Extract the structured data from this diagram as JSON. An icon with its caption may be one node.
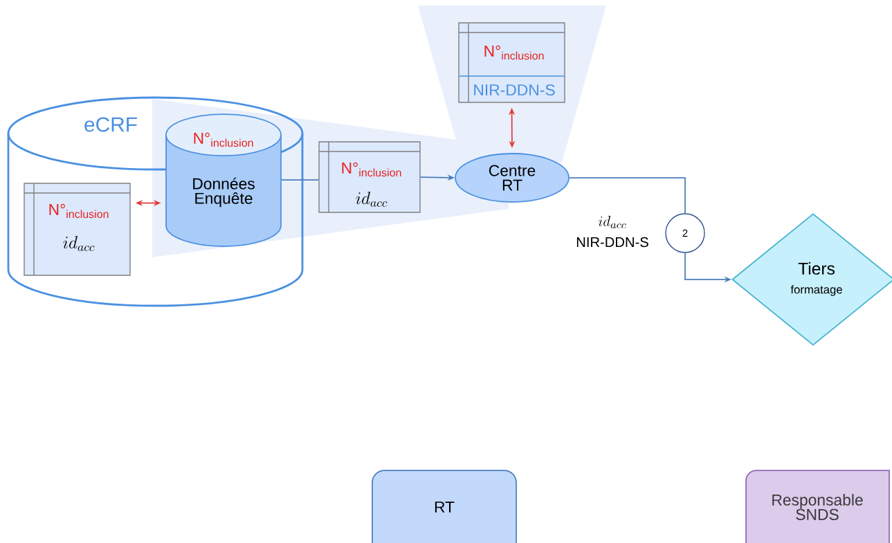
{
  "diagram": {
    "nodes": [
      {
        "text": [
          "eCRF"
        ]
      },
      {
        "text": [
          "\\text{N°}_{\\text{inclusion}}",
          "id_{acc}"
        ],
        "in": 0
      },
      {
        "text": [
          "\\text{N°}_{\\text{inclusion}}",
          "Données Enquête"
        ],
        "in": 0
      },
      {
        "text": [
          "\\text{N°}_{\\text{inclusion}}",
          "id_{acc}"
        ]
      },
      {
        "text": [
          "\\text{N°}_{\\text{inclusion}}",
          "NIR-DDN-S"
        ]
      },
      {
        "text": [
          "Centre RT"
        ]
      },
      {
        "text": [
          "2"
        ],
        "beside": [
          "id_{acc}",
          "NIR-DDN-S"
        ]
      },
      {
        "text": [
          "Tiers",
          "formatage"
        ]
      },
      {
        "text": [
          "RT"
        ]
      },
      {
        "text": [
          "Responsable SNDS"
        ]
      }
    ],
    "edges": [
      {
        "from": 1,
        "to": 2,
        "arrow": "both",
        "color": "#e53935"
      },
      {
        "from": 2,
        "to": 3,
        "arrow": "none"
      },
      {
        "from": 3,
        "to": 5,
        "arrow": "to"
      },
      {
        "from": 4,
        "to": 5,
        "arrow": "both",
        "color": "#e53935"
      },
      {
        "from": 5,
        "to": 6,
        "arrow": "none"
      },
      {
        "from": 6,
        "to": 7,
        "arrow": "to"
      }
    ]
  }
}
